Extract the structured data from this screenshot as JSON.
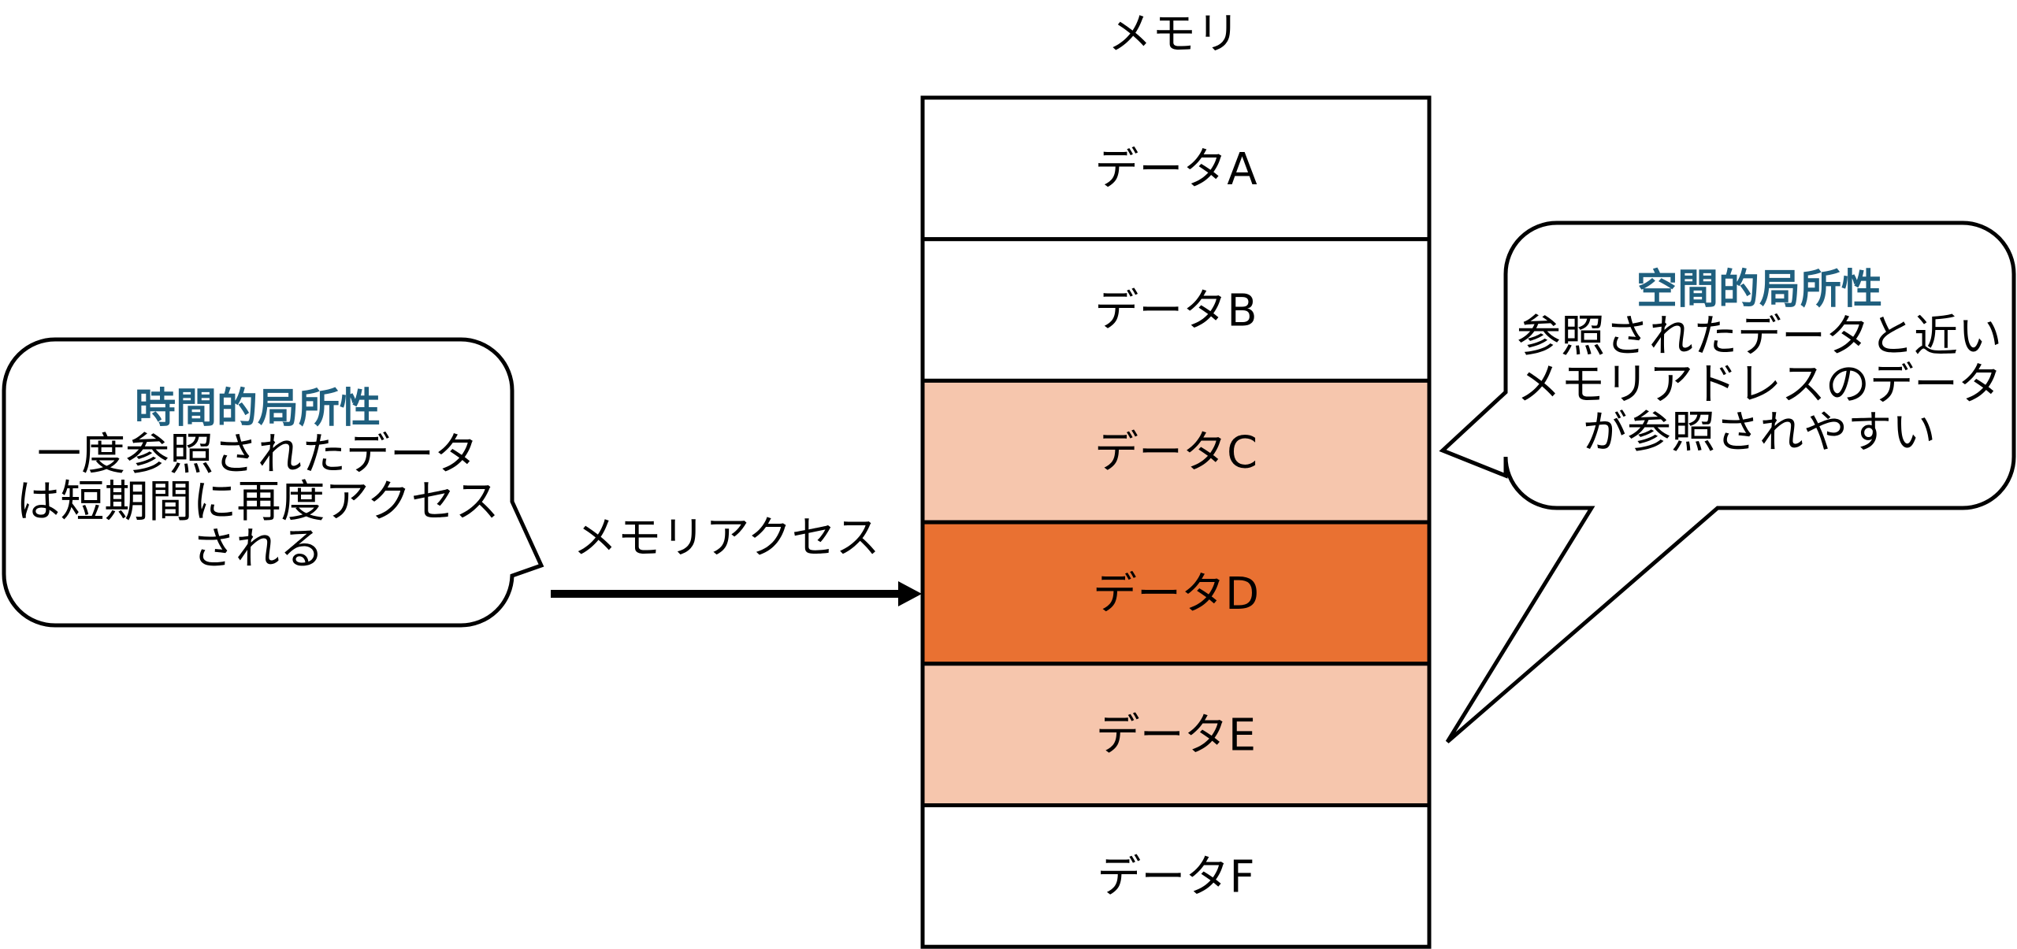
{
  "memory": {
    "title": "メモリ",
    "cells": [
      {
        "label": "データA",
        "state": "normal"
      },
      {
        "label": "データB",
        "state": "normal"
      },
      {
        "label": "データC",
        "state": "nearby"
      },
      {
        "label": "データD",
        "state": "accessed"
      },
      {
        "label": "データE",
        "state": "nearby"
      },
      {
        "label": "データF",
        "state": "normal"
      }
    ]
  },
  "arrow": {
    "label": "メモリアクセス"
  },
  "temporal": {
    "title": "時間的局所性",
    "lines": [
      "一度参照されたデータ",
      "は短期間に再度アクセス",
      "される"
    ]
  },
  "spatial": {
    "title": "空間的局所性",
    "lines": [
      "参照されたデータと近い",
      "メモリアドレスのデータ",
      "が参照されやすい"
    ]
  },
  "colors": {
    "normal": "#FFFFFF",
    "nearby": "#F6C6AD",
    "accessed": "#E97132",
    "title": "#1F5F7E"
  }
}
